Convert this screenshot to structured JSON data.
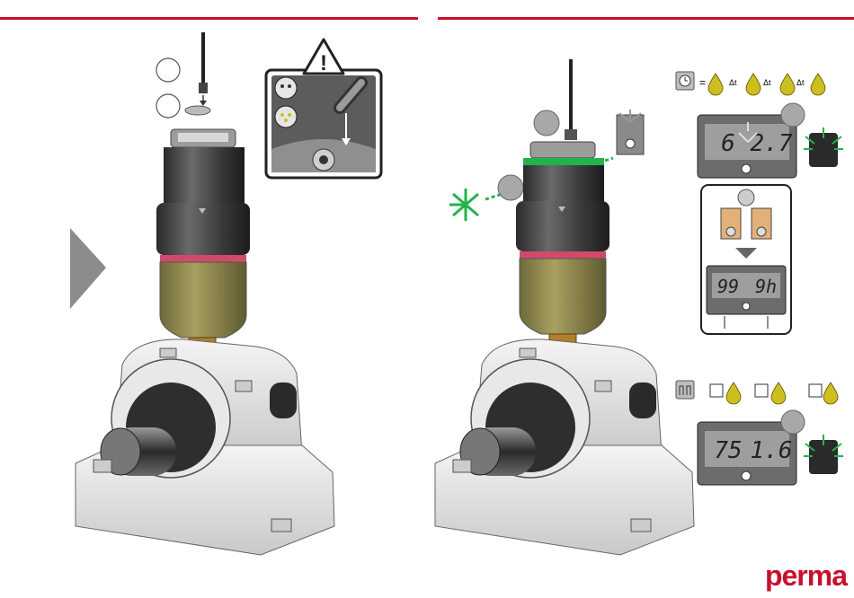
{
  "brand": {
    "logo": "perma",
    "accent": "#c8102e",
    "signal_green": "#22b34a",
    "oil": "#cdbf1e"
  },
  "warning_symbol": "!",
  "step_marks": [
    "",
    "",
    "",
    "",
    "",
    ""
  ],
  "formula": {
    "equals": "=",
    "delta": "Δt"
  },
  "display_time": {
    "left": "6",
    "right": "2.7"
  },
  "display_hours": {
    "left": "99",
    "right": "9h"
  },
  "display_pulse": {
    "left": "75",
    "right": "1.6"
  },
  "icons": [
    "clock-icon",
    "pulse-icon",
    "hand-press-icon",
    "oil-drop-icon",
    "arrow-right-icon",
    "warning-icon",
    "sensor-plug-icon"
  ]
}
